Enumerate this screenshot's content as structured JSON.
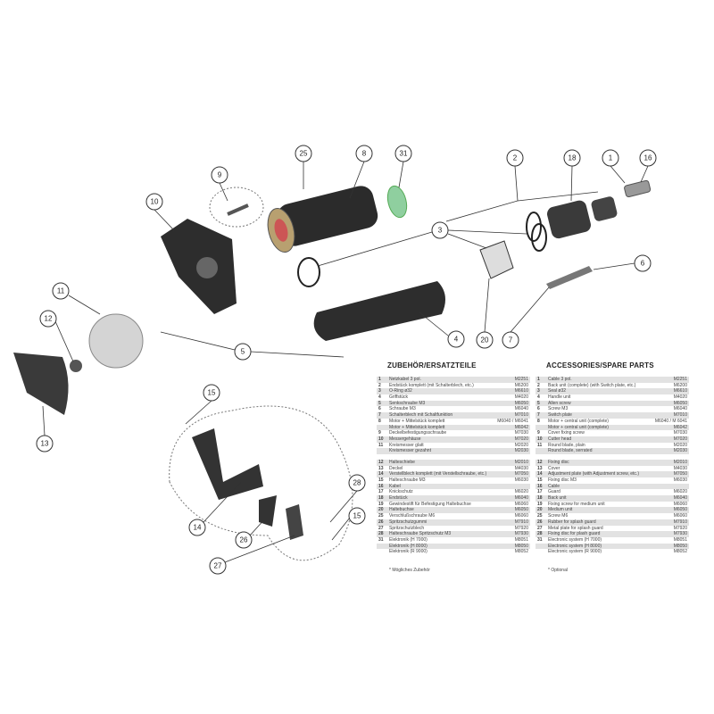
{
  "callouts": [
    "25",
    "8",
    "31",
    "2",
    "18",
    "1",
    "16",
    "9",
    "10",
    "3",
    "6",
    "11",
    "12",
    "5",
    "4",
    "20",
    "7",
    "13",
    "15",
    "14",
    "28",
    "15",
    "26",
    "27"
  ],
  "tables": [
    {
      "title": "ZUBEHÖR/ERSATZTEILE",
      "rows": [
        {
          "n": "1",
          "d": "Netzkabel 3 pol.",
          "c": "M2251"
        },
        {
          "n": "2",
          "d": "Endstück komplett (mit Schalterblech, etc.)",
          "c": "M6200"
        },
        {
          "n": "3",
          "d": "O-Ring ø32",
          "c": "M6610"
        },
        {
          "n": "4",
          "d": "Griffstück",
          "c": "M4020"
        },
        {
          "n": "5",
          "d": "Senkschraube M3",
          "c": "M6050"
        },
        {
          "n": "6",
          "d": "Schraube M3",
          "c": "M6040"
        },
        {
          "n": "7",
          "d": "Schalterblech mit Schaltfunktion",
          "c": "M7010"
        },
        {
          "n": "8",
          "d": "Motor + Mittelstück komplett",
          "c": "M6040 / M6041"
        },
        {
          "n": "",
          "d": "Motor + Mittelstück komplett",
          "c": "M6042"
        },
        {
          "n": "9",
          "d": "Deckelbefestigungsschraube",
          "c": "M7030"
        },
        {
          "n": "10",
          "d": "Messergehäuse",
          "c": "M7020"
        },
        {
          "n": "11",
          "d": "Kreismesser glatt",
          "c": "M2020"
        },
        {
          "n": "",
          "d": "Kreismesser gezahnt",
          "c": "M2030"
        }
      ],
      "rows2": [
        {
          "n": "12",
          "d": "Halteschiebe",
          "c": "M2010"
        },
        {
          "n": "13",
          "d": "Deckel",
          "c": "M4030"
        },
        {
          "n": "14",
          "d": "Verstellblech komplett (mit Verstellschraube, etc.)",
          "c": "M7050"
        },
        {
          "n": "15",
          "d": "Halteschraube M3",
          "c": "M6030"
        },
        {
          "n": "16",
          "d": "Kabel",
          "c": ""
        },
        {
          "n": "17",
          "d": "Knickschutz",
          "c": "M6020"
        },
        {
          "n": "18",
          "d": "Endstück",
          "c": "M6040"
        },
        {
          "n": "19",
          "d": "Gewindestift für Befestigung Haltebuchse",
          "c": "M6060"
        },
        {
          "n": "20",
          "d": "Haltebuchse",
          "c": "M6050"
        },
        {
          "n": "25",
          "d": "Verschlußschraube M6",
          "c": "M6060"
        },
        {
          "n": "26",
          "d": "Spritzschutzgummi",
          "c": "M7910"
        },
        {
          "n": "27",
          "d": "Spritzschutzblech",
          "c": "M7920"
        },
        {
          "n": "28",
          "d": "Halteschraube Spritzschutz M3",
          "c": "M7930"
        },
        {
          "n": "31",
          "d": "Elektronik (H 7000)",
          "c": "M8051"
        },
        {
          "n": "",
          "d": "Elektronik (H 8000)",
          "c": "M8050"
        },
        {
          "n": "",
          "d": "Elektronik (R 9000)",
          "c": "M8052"
        }
      ],
      "note": "* Mögliches Zubehör"
    },
    {
      "title": "ACCESSORIES/SPARE PARTS",
      "rows": [
        {
          "n": "1",
          "d": "Cable 3 pol.",
          "c": "M2251"
        },
        {
          "n": "2",
          "d": "Back unit (complete) (with Switch plate, etc.)",
          "c": "M6200"
        },
        {
          "n": "3",
          "d": "Seal ø32",
          "c": "M6610"
        },
        {
          "n": "4",
          "d": "Handle unit",
          "c": "M4020"
        },
        {
          "n": "5",
          "d": "Allen screw",
          "c": "M6050"
        },
        {
          "n": "6",
          "d": "Screw M3",
          "c": "M6040"
        },
        {
          "n": "7",
          "d": "Switch plate",
          "c": "M7010"
        },
        {
          "n": "8",
          "d": "Motor + central unit (complete)",
          "c": "M6040 / M 6041"
        },
        {
          "n": "",
          "d": "Motor + central unit (complete)",
          "c": "M6042"
        },
        {
          "n": "9",
          "d": "Cover fixing screw",
          "c": "M7030"
        },
        {
          "n": "10",
          "d": "Cutter head",
          "c": "M7020"
        },
        {
          "n": "11",
          "d": "Round blade, plain",
          "c": "M2020"
        },
        {
          "n": "",
          "d": "Round blade, serrated",
          "c": "M2030"
        }
      ],
      "rows2": [
        {
          "n": "12",
          "d": "Fixing disc",
          "c": "M2010"
        },
        {
          "n": "13",
          "d": "Cover",
          "c": "M4030"
        },
        {
          "n": "14",
          "d": "Adjustment plate (with Adjustment screw, etc.)",
          "c": "M7050"
        },
        {
          "n": "15",
          "d": "Fixing disc M3",
          "c": "M6030"
        },
        {
          "n": "16",
          "d": "Cable",
          "c": ""
        },
        {
          "n": "17",
          "d": "Guard",
          "c": "M6020"
        },
        {
          "n": "18",
          "d": "Back unit",
          "c": "M6040"
        },
        {
          "n": "19",
          "d": "Fixing screw for medium unit",
          "c": "M6060"
        },
        {
          "n": "20",
          "d": "Medium unit",
          "c": "M6050"
        },
        {
          "n": "25",
          "d": "Screw M6",
          "c": "M6060"
        },
        {
          "n": "26",
          "d": "Rubber for splash guard",
          "c": "M7910"
        },
        {
          "n": "27",
          "d": "Metal plate for splash guard",
          "c": "M7920"
        },
        {
          "n": "28",
          "d": "Fixing disc for plash guard",
          "c": "M7930"
        },
        {
          "n": "31",
          "d": "Electronic system (H 7000)",
          "c": "M8051"
        },
        {
          "n": "",
          "d": "Electronic system (H 8000)",
          "c": "M8050"
        },
        {
          "n": "",
          "d": "Electronic system (R 9000)",
          "c": "M8052"
        }
      ],
      "note": "* Optional"
    }
  ]
}
